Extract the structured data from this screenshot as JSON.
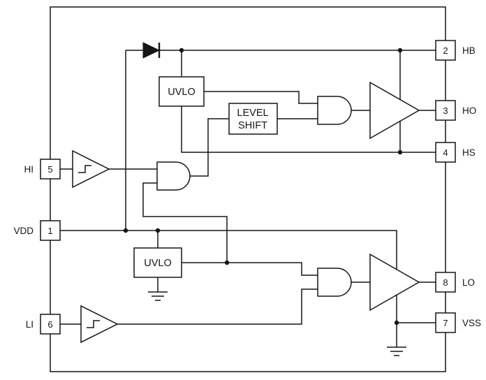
{
  "diagram": {
    "type": "gate-driver-functional-block-diagram",
    "colors": {
      "line": "#151515",
      "background": "#ffffff"
    },
    "pins": {
      "left": [
        {
          "number": "5",
          "label": "HI"
        },
        {
          "number": "1",
          "label": "VDD"
        },
        {
          "number": "6",
          "label": "LI"
        }
      ],
      "right": [
        {
          "number": "2",
          "label": "HB"
        },
        {
          "number": "3",
          "label": "HO"
        },
        {
          "number": "4",
          "label": "HS"
        },
        {
          "number": "8",
          "label": "LO"
        },
        {
          "number": "7",
          "label": "VSS"
        }
      ]
    },
    "blocks": {
      "uvlo_top": {
        "label": "UVLO"
      },
      "level_shift": {
        "label_line1": "LEVEL",
        "label_line2": "SHIFT"
      },
      "uvlo_bottom": {
        "label": "UVLO"
      }
    }
  }
}
